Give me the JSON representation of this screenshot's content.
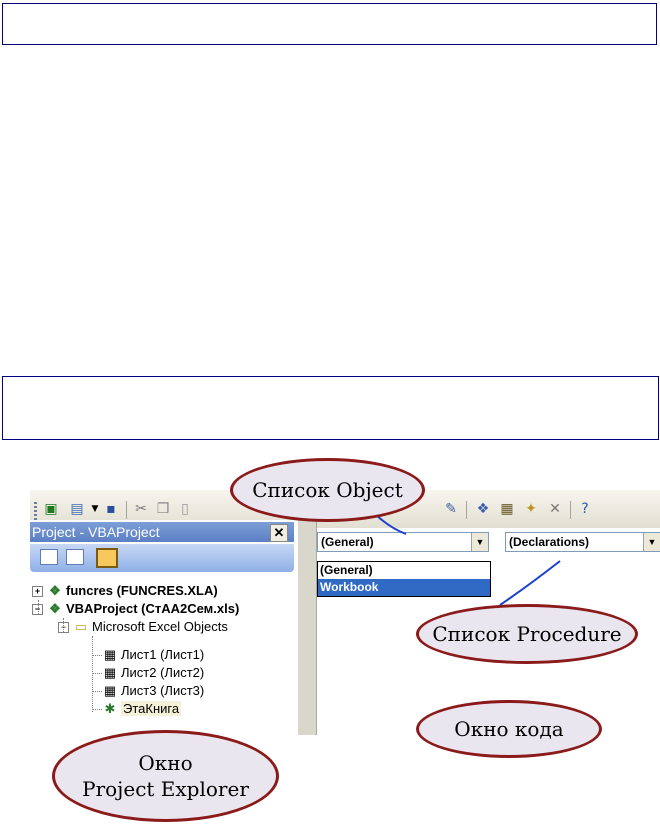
{
  "toolbar": {
    "buttons": [
      "excel-icon",
      "insert-userform-icon",
      "dropdown-arrow-icon",
      "save-icon",
      "cut-icon",
      "copy-icon",
      "paste-icon",
      "design-mode-icon",
      "project-explorer-icon",
      "properties-icon",
      "object-browser-icon",
      "toolbox-icon",
      "help-icon"
    ]
  },
  "project_pane": {
    "title": "Project - VBAProject",
    "close_label": "✕",
    "tree": [
      {
        "label": "funcres (FUNCRES.XLA)",
        "bold": true,
        "icon": "vba-project-icon",
        "expander": "+"
      },
      {
        "label": "VBAProject (СтАА2Сем.xls)",
        "bold": true,
        "icon": "vba-project-icon",
        "expander": "−"
      },
      {
        "label": "Microsoft Excel Objects",
        "bold": false,
        "icon": "folder-icon",
        "expander": "−"
      },
      {
        "label": "Лист1 (Лист1)",
        "bold": false,
        "icon": "worksheet-icon"
      },
      {
        "label": "Лист2 (Лист2)",
        "bold": false,
        "icon": "worksheet-icon"
      },
      {
        "label": "Лист3 (Лист3)",
        "bold": false,
        "icon": "worksheet-icon"
      },
      {
        "label": "ЭтаКнига",
        "bold": false,
        "icon": "workbook-icon"
      }
    ]
  },
  "code_pane": {
    "object_combo": "(General)",
    "procedure_combo": "(Declarations)",
    "dropdown_items": [
      {
        "label": "(General)",
        "selected": false
      },
      {
        "label": "Workbook",
        "selected": true
      }
    ]
  },
  "callouts": {
    "object": "Список Object",
    "procedure": "Список Procedure",
    "code": "Окно кода",
    "explorer_line1": "Окно",
    "explorer_line2": "Project Explorer"
  },
  "colors": {
    "callout_fill": "#eae6ef",
    "callout_border": "#8b1a1a",
    "arrow": "#1a3fd0",
    "selection": "#316ac5"
  }
}
